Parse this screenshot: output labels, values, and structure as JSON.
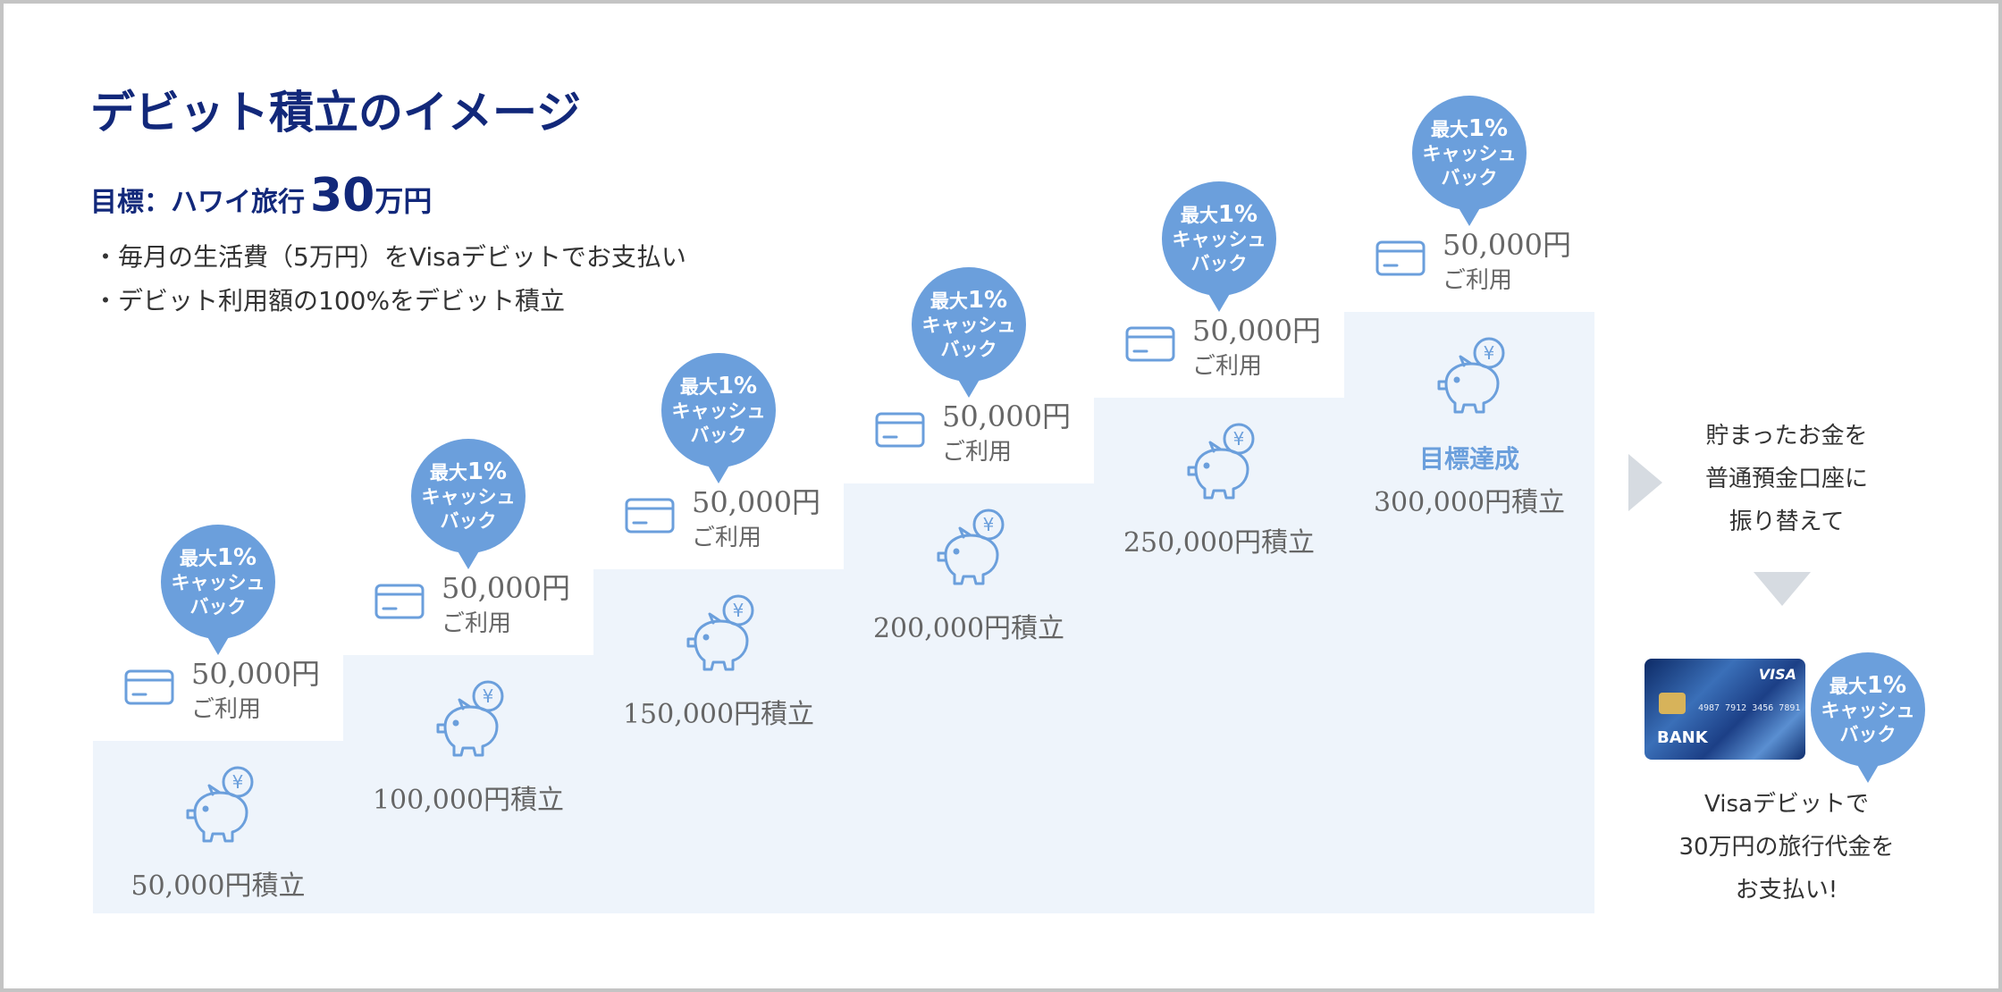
{
  "title": "デビット積立のイメージ",
  "goal": {
    "prefix": "目標：ハワイ旅行",
    "number": "30",
    "unit": "万円"
  },
  "bullets": [
    "・毎月の生活費（5万円）をVisaデビットでお支払い",
    "・デビット利用額の100%をデビット積立"
  ],
  "bubble": {
    "line1a": "最大",
    "line1b": "1%",
    "line2": "キャッシュ",
    "line3": "バック"
  },
  "steps": [
    {
      "use_amount": "50,000円",
      "use_label": "ご利用",
      "accumulated": "50,000円積立"
    },
    {
      "use_amount": "50,000円",
      "use_label": "ご利用",
      "accumulated": "100,000円積立"
    },
    {
      "use_amount": "50,000円",
      "use_label": "ご利用",
      "accumulated": "150,000円積立"
    },
    {
      "use_amount": "50,000円",
      "use_label": "ご利用",
      "accumulated": "200,000円積立"
    },
    {
      "use_amount": "50,000円",
      "use_label": "ご利用",
      "accumulated": "250,000円積立"
    },
    {
      "use_amount": "50,000円",
      "use_label": "ご利用",
      "accumulated": "300,000円積立",
      "goal_label": "目標達成"
    }
  ],
  "transfer_text": [
    "貯まったお金を",
    "普通預金口座に",
    "振り替えて"
  ],
  "card": {
    "brand": "VISA",
    "bank": "BANK",
    "number": "4987 7912 3456 7891"
  },
  "final_text": [
    "Visaデビットで",
    "30万円の旅行代金を",
    "お支払い!"
  ],
  "colors": {
    "title": "#12287a",
    "accent": "#6b9fdc",
    "stair_bg": "#eef4fb",
    "arrow": "#d6dbe1"
  },
  "icons": {
    "card": "credit-card-icon",
    "pig": "piggy-bank-yen-icon",
    "arrow_right": "arrow-right-icon",
    "arrow_down": "arrow-down-icon"
  }
}
